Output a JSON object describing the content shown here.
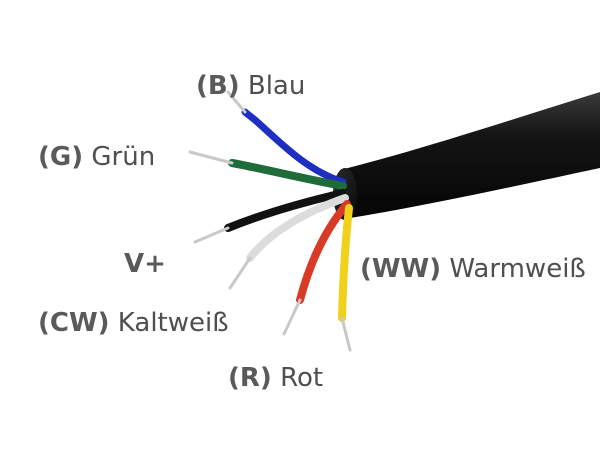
{
  "wires": [
    {
      "code": "(B)",
      "name": "Blau",
      "color": "#1c2fc2"
    },
    {
      "code": "(G)",
      "name": "Grün",
      "color": "#1f6b3a"
    },
    {
      "code": "V+",
      "name": "",
      "color": "#111111"
    },
    {
      "code": "(CW)",
      "name": "Kaltweiß",
      "color": "#d9d9d9"
    },
    {
      "code": "(R)",
      "name": "Rot",
      "color": "#d83a26"
    },
    {
      "code": "(WW)",
      "name": "Warmweiß",
      "color": "#f2d11a"
    }
  ],
  "cable": {
    "color": "#0e0e0e"
  },
  "conductor": {
    "color": "#c9c9c9"
  }
}
